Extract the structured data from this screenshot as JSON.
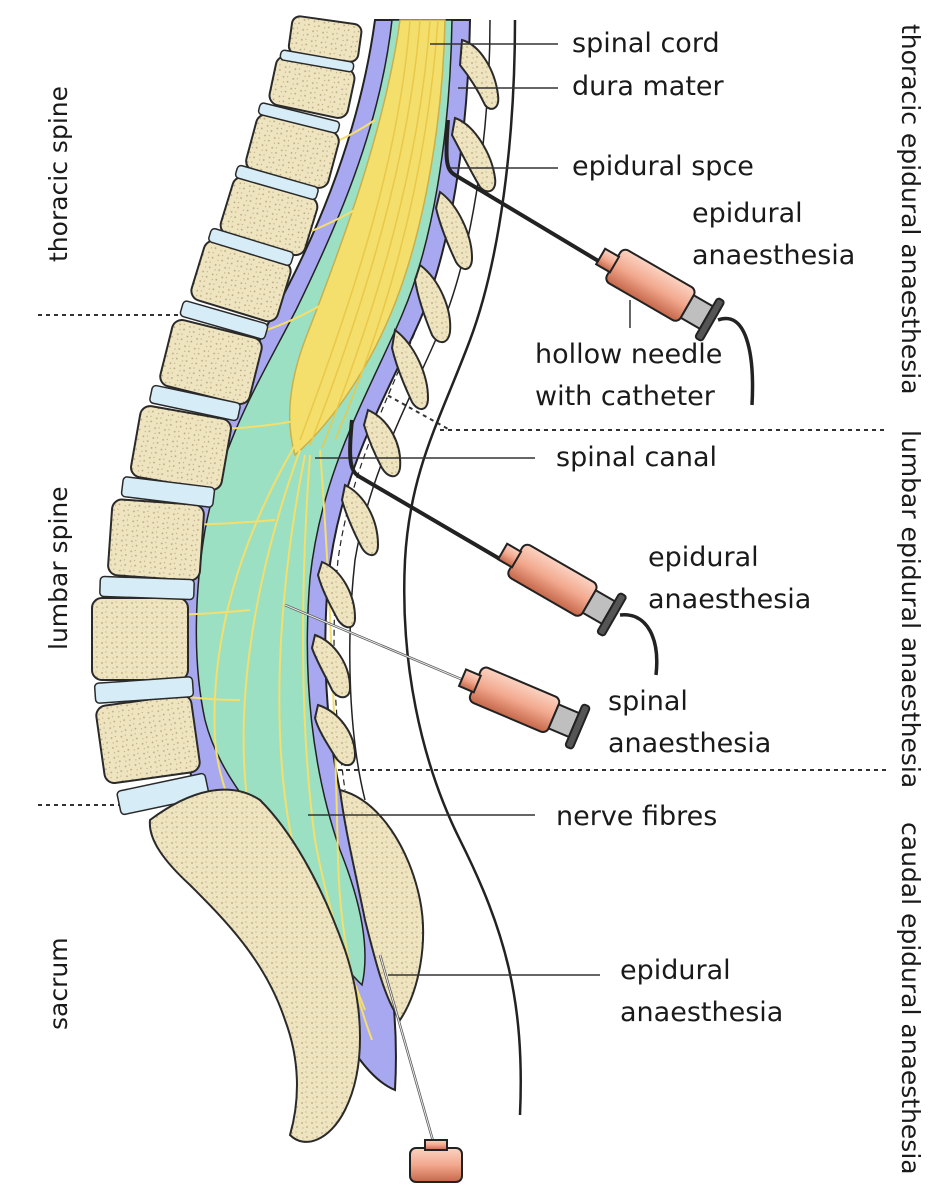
{
  "regions_left": {
    "thoracic": "thoracic spine",
    "lumbar": "lumbar spine",
    "sacrum": "sacrum"
  },
  "regions_right": {
    "thoracic": "thoracic epidural anaesthesia",
    "lumbar": "lumbar epidural anaesthesia",
    "caudal": "caudal epidural anaesthesia"
  },
  "labels": {
    "spinal_cord": "spinal cord",
    "dura_mater": "dura mater",
    "epidural_space": "epidural spce",
    "thoracic_epidural": [
      "epidural",
      "anaesthesia"
    ],
    "hollow_needle": [
      "hollow needle",
      "with catheter"
    ],
    "spinal_canal": "spinal canal",
    "lumbar_epidural": [
      "epidural",
      "anaesthesia"
    ],
    "spinal_anaesthesia": [
      "spinal",
      "anaesthesia"
    ],
    "nerve_fibres": "nerve fibres",
    "caudal_epidural": [
      "epidural",
      "anaesthesia"
    ]
  },
  "colors": {
    "bone": "#efe4c0",
    "bone_outline": "#2a2a2a",
    "disc": "#d6ecf7",
    "dura": "#a8a8f0",
    "csf": "#9be0c2",
    "cord": "#f4de6c",
    "syringe": "#f2a88e",
    "syringe_dark": "#c5674a"
  }
}
